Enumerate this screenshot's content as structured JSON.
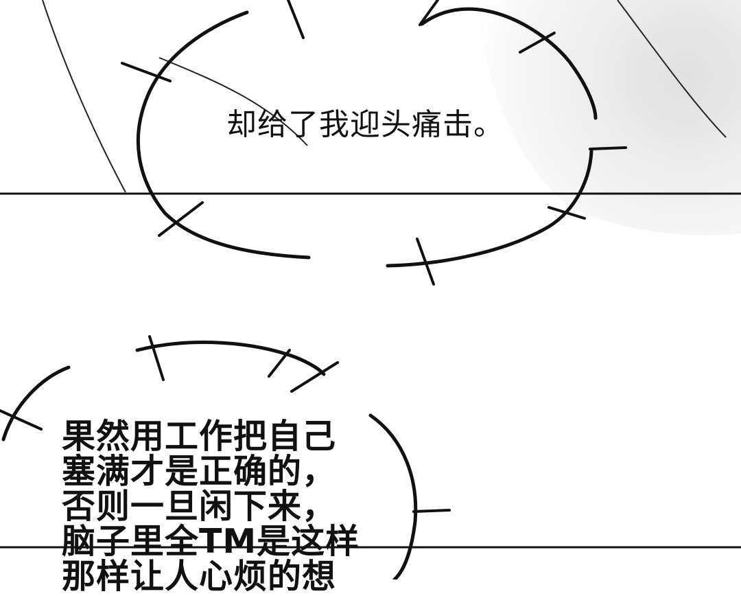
{
  "panels": [
    {
      "caption": "却给了我迎头痛击。"
    },
    {
      "caption_lines": [
        "果然用工作把自己",
        "塞满才是正确的，",
        "否则一旦闲下来，",
        "脑子里全TM是这样",
        "那样让人心烦的想"
      ]
    }
  ]
}
